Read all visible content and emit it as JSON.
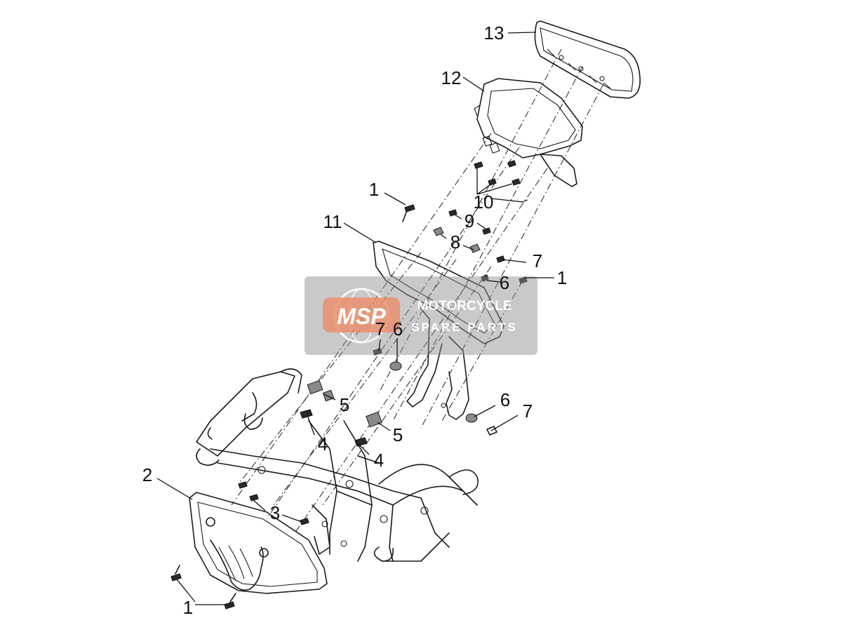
{
  "callouts": {
    "c13": "13",
    "c12": "12",
    "c10": "10",
    "c1a": "1",
    "c11": "11",
    "c9": "9",
    "c8": "8",
    "c7a": "7",
    "c1b": "1",
    "c6a": "6",
    "c7b": "7",
    "c6b": "6",
    "c5a": "5",
    "c6c": "6",
    "c7c": "7",
    "c4a": "4",
    "c5b": "5",
    "c4b": "4",
    "c2": "2",
    "c3": "3",
    "c1c": "1"
  },
  "watermark": {
    "logo": "MSP",
    "line1": "MOTORCYCLE",
    "line2": "SPARE PARTS",
    "brand_color": "#e8825a"
  }
}
